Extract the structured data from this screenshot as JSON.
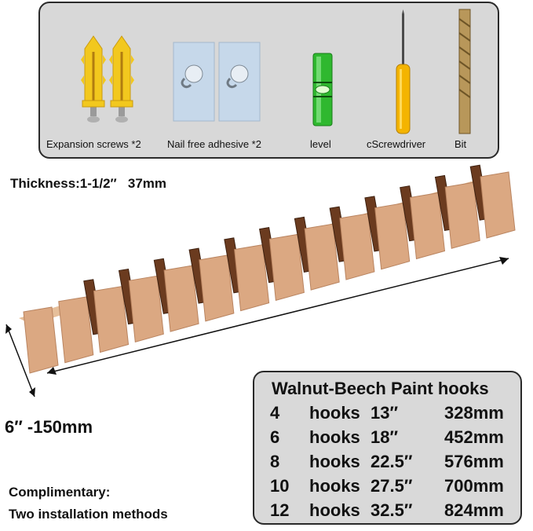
{
  "accessories": [
    {
      "label": "Expansion screws *2",
      "icon": "expansion-screw-icon"
    },
    {
      "label": "Nail free adhesive *2",
      "icon": "adhesive-hook-icon"
    },
    {
      "label": "level",
      "icon": "spirit-level-icon"
    },
    {
      "label": "cScrewdriver",
      "icon": "screwdriver-icon"
    },
    {
      "label": "Bit",
      "icon": "drill-bit-icon"
    }
  ],
  "thickness_label": "Thickness:1-1/2″   37mm",
  "width_label": "6″ -150mm",
  "complimentary": {
    "line1": "Complimentary:",
    "line2": "Two installation methods"
  },
  "spec_table": {
    "title": "Walnut-Beech Paint hooks",
    "rows": [
      {
        "count": "4",
        "word": "hooks",
        "inches": "13″",
        "mm": "328mm"
      },
      {
        "count": "6",
        "word": "hooks",
        "inches": "18″",
        "mm": "452mm"
      },
      {
        "count": "8",
        "word": "hooks",
        "inches": "22.5″",
        "mm": "576mm"
      },
      {
        "count": "10",
        "word": "hooks",
        "inches": "27.5″",
        "mm": "700mm"
      },
      {
        "count": "12",
        "word": "hooks",
        "inches": "32.5″",
        "mm": "824mm"
      }
    ]
  },
  "colors": {
    "panel_bg": "#d8d8d8",
    "beech": "#dba882",
    "walnut": "#6b3b1f",
    "plug": "#f2c81e",
    "level_green": "#2fb82f",
    "screwdriver_handle": "#f4b400"
  }
}
